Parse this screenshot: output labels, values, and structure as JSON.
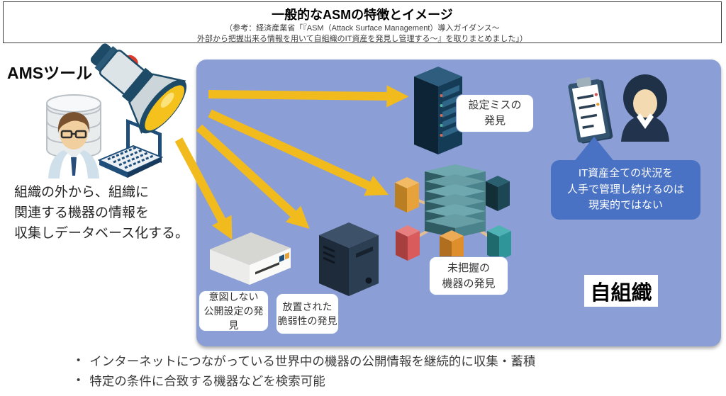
{
  "header": {
    "title": "一般的なASMの特徴とイメージ",
    "subtitle_line1": "（参考：経済産業省「『ASM（Attack Surface Management）導入ガイダンス～",
    "subtitle_line2": "外部から把握出来る情報を用いて自組織のIT資産を発見し管理する～』を取りまとめました」）"
  },
  "asm_tool": {
    "label": "AMSツール",
    "description": {
      "line1": "組織の外から、組織に",
      "line2": "関連する機器の情報を",
      "line3": "収集しデータベース化する。"
    }
  },
  "organization": {
    "label": "自組織",
    "findings": {
      "misconfiguration": {
        "line1": "設定ミスの",
        "line2": "発見"
      },
      "unknown_devices": {
        "line1": "未把握の",
        "line2": "機器の発見"
      },
      "unintended_exposure": {
        "line1": "意図しない",
        "line2": "公開設定の発見"
      },
      "neglected_vulnerability": {
        "line1": "放置された",
        "line2": "脆弱性の発見"
      }
    },
    "speech_bubble": {
      "line1": "IT資産全ての状況を",
      "line2": "人手で管理し続けるのは",
      "line3": "現実的ではない"
    }
  },
  "footer": {
    "bullet_char": "•",
    "item1": "インターネットにつながっている世界中の機器の公開情報を継続的に収集・蓄積",
    "item2": "特定の条件に合致する機器などを検索可能"
  },
  "icons": [
    "flashlight-icon",
    "database-icon",
    "analyst-icon",
    "laptop-icon",
    "server-rack-icon",
    "network-hub-icon",
    "storage-device-icon",
    "pc-tower-icon",
    "clipboard-icon",
    "it-staff-icon"
  ],
  "colors": {
    "panel_background": "#8C9ED6",
    "speech_bubble": "#4A72C4",
    "arrow_yellow": "#F2BB1D",
    "callout_border": "#8FA5D8"
  }
}
